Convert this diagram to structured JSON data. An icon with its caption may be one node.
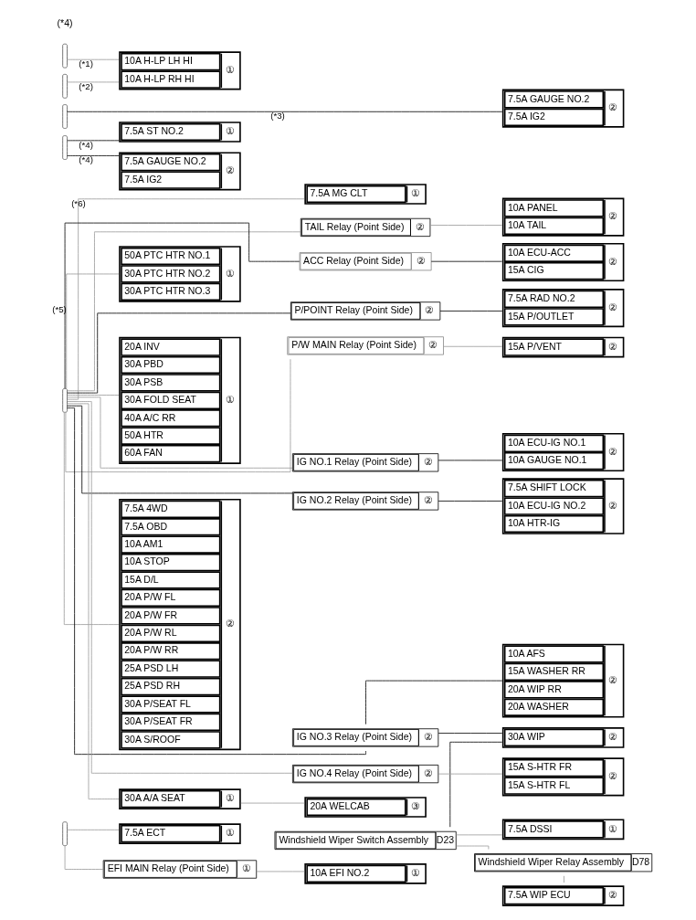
{
  "diagram": {
    "nodes": [
      {
        "text": [],
        "shape": "brace"
      },
      {
        "text": [
          "10A H-LP LH HI",
          "10A H-LP RH HI",
          "①"
        ]
      },
      {
        "text": [],
        "shape": "brace"
      },
      {
        "text": [],
        "shape": "brace"
      },
      {
        "text": [
          "7.5A GAUGE NO.2",
          "7.5A IG2",
          "②"
        ]
      },
      {
        "text": [],
        "shape": "brace"
      },
      {
        "text": [
          "7.5A ST NO.2",
          "①"
        ]
      },
      {
        "text": [
          "7.5A MG CLT",
          "①"
        ]
      },
      {
        "text": [
          "TAIL Relay (Point Side)",
          "②"
        ]
      },
      {
        "text": [
          "7.5A GAUGE NO.2",
          "7.5A IG2",
          "②"
        ]
      },
      {
        "text": [
          "10A PANEL",
          "10A TAIL",
          "②"
        ]
      },
      {
        "text": [
          "ACC Relay (Point Side)",
          "②"
        ]
      },
      {
        "text": [
          "10A ECU-ACC",
          "15A CIG",
          "②"
        ]
      },
      {
        "text": [
          "50A PTC HTR NO.1",
          "30A PTC HTR NO.2",
          "30A PTC HTR NO.3",
          "①"
        ]
      },
      {
        "text": [
          "P/POINT Relay (Point Side)",
          "②"
        ]
      },
      {
        "text": [
          "7.5A RAD NO.2",
          "15A P/OUTLET",
          "②"
        ]
      },
      {
        "text": [
          "P/W MAIN Relay (Point Side)",
          "②"
        ]
      },
      {
        "text": [
          "15A P/VENT",
          "②"
        ]
      },
      {
        "text": [
          "20A INV",
          "30A PBD",
          "30A PSB",
          "30A FOLD SEAT",
          "40A A/C RR",
          "50A HTR",
          "60A FAN",
          "①"
        ]
      },
      {
        "text": [
          "IG NO.1 Relay (Point Side)",
          "②"
        ]
      },
      {
        "text": [
          "10A ECU-IG NO.1",
          "10A GAUGE NO.1",
          "②"
        ]
      },
      {
        "text": [
          "IG NO.2 Relay (Point Side)",
          "②"
        ]
      },
      {
        "text": [
          "7.5A SHIFT LOCK",
          "10A ECU-IG NO.2",
          "10A HTR-IG",
          "②"
        ]
      },
      {
        "text": [
          "7.5A 4WD",
          "7.5A OBD",
          "10A AM1",
          "10A STOP",
          "15A D/L",
          "20A P/W FL",
          "20A P/W FR",
          "20A P/W RL",
          "20A P/W RR",
          "25A PSD LH",
          "25A PSD RH",
          "30A P/SEAT FL",
          "30A P/SEAT FR",
          "30A S/ROOF",
          "②"
        ]
      },
      {
        "text": [
          "IG NO.3 Relay (Point Side)",
          "②"
        ]
      },
      {
        "text": [
          "10A AFS",
          "15A WASHER RR",
          "20A WIP RR",
          "20A WASHER",
          "②"
        ]
      },
      {
        "text": [
          "30A WIP",
          "②"
        ]
      },
      {
        "text": [],
        "shape": "brace"
      },
      {
        "text": [
          "IG NO.4 Relay (Point Side)",
          "②"
        ]
      },
      {
        "text": [
          "15A S-HTR FR",
          "15A S-HTR FL",
          "②"
        ]
      },
      {
        "text": [
          "Windshield Wiper Switch Assembly",
          "D23"
        ]
      },
      {
        "text": [
          "7.5A DSSI",
          "①"
        ]
      },
      {
        "text": [
          "Windshield Wiper Relay Assembly",
          "D78"
        ]
      },
      {
        "text": [
          "30A A/A SEAT",
          "①"
        ]
      },
      {
        "text": [
          "20A WELCAB",
          "③"
        ]
      },
      {
        "text": [
          "7.5A WIP ECU",
          "②"
        ]
      },
      {
        "text": [
          "7.5A ECT",
          "①"
        ]
      },
      {
        "text": [],
        "shape": "brace"
      },
      {
        "text": [
          "EFI MAIN Relay (Point Side)",
          "①"
        ]
      },
      {
        "text": [
          "10A EFI NO.2",
          "①"
        ]
      }
    ],
    "edges": [
      {
        "from": 0,
        "to": 1,
        "arrow": "none",
        "label": "(*1)"
      },
      {
        "from": 2,
        "to": 1,
        "arrow": "none",
        "label": "(*2)"
      },
      {
        "from": 3,
        "to": 4,
        "arrow": "none",
        "label": "(*3)",
        "color": "#000000"
      },
      {
        "from": 5,
        "to": 6,
        "arrow": "none",
        "label": "(*4)",
        "color": "#000000"
      },
      {
        "from": 5,
        "to": 9,
        "arrow": "none",
        "label": "(*4)",
        "color": "#000000"
      },
      {
        "from": 27,
        "to": 7,
        "arrow": "none",
        "label": "(*6)"
      },
      {
        "from": 27,
        "to": 8,
        "arrow": "none"
      },
      {
        "from": 27,
        "to": 11,
        "arrow": "none",
        "color": "#000000"
      },
      {
        "from": 27,
        "to": 13,
        "arrow": "none",
        "label": "(*5)"
      },
      {
        "from": 27,
        "to": 14,
        "arrow": "none",
        "color": "#000000"
      },
      {
        "from": 27,
        "to": 16,
        "arrow": "none"
      },
      {
        "from": 27,
        "to": 18,
        "arrow": "none"
      },
      {
        "from": 27,
        "to": 19,
        "arrow": "none"
      },
      {
        "from": 27,
        "to": 21,
        "arrow": "none",
        "color": "#000000"
      },
      {
        "from": 27,
        "to": 23,
        "arrow": "none"
      },
      {
        "from": 27,
        "to": 24,
        "arrow": "none",
        "color": "#000000"
      },
      {
        "from": 27,
        "to": 28,
        "arrow": "none"
      },
      {
        "from": 27,
        "to": 33,
        "arrow": "none"
      },
      {
        "from": 8,
        "to": 10,
        "arrow": "none"
      },
      {
        "from": 11,
        "to": 12,
        "arrow": "none",
        "color": "#000000"
      },
      {
        "from": 14,
        "to": 15,
        "arrow": "none",
        "color": "#000000"
      },
      {
        "from": 16,
        "to": 17,
        "arrow": "none"
      },
      {
        "from": 19,
        "to": 20,
        "arrow": "none",
        "color": "#000000"
      },
      {
        "from": 21,
        "to": 22,
        "arrow": "none",
        "color": "#000000"
      },
      {
        "from": 24,
        "to": 25,
        "arrow": "none",
        "color": "#000000"
      },
      {
        "from": 24,
        "to": 26,
        "arrow": "none",
        "color": "#000000"
      },
      {
        "from": 28,
        "to": 29,
        "arrow": "none"
      },
      {
        "from": 26,
        "to": 30,
        "arrow": "none",
        "color": "#000000"
      },
      {
        "from": 30,
        "to": 31,
        "arrow": "none"
      },
      {
        "from": 30,
        "to": 32,
        "arrow": "none"
      },
      {
        "from": 32,
        "to": 35,
        "arrow": "none"
      },
      {
        "from": 33,
        "to": 34,
        "arrow": "none"
      },
      {
        "from": 37,
        "to": 36,
        "arrow": "none"
      },
      {
        "from": 37,
        "to": 38,
        "arrow": "none"
      },
      {
        "from": 38,
        "to": 39,
        "arrow": "none"
      }
    ],
    "labels": [
      "(*4)"
    ]
  }
}
